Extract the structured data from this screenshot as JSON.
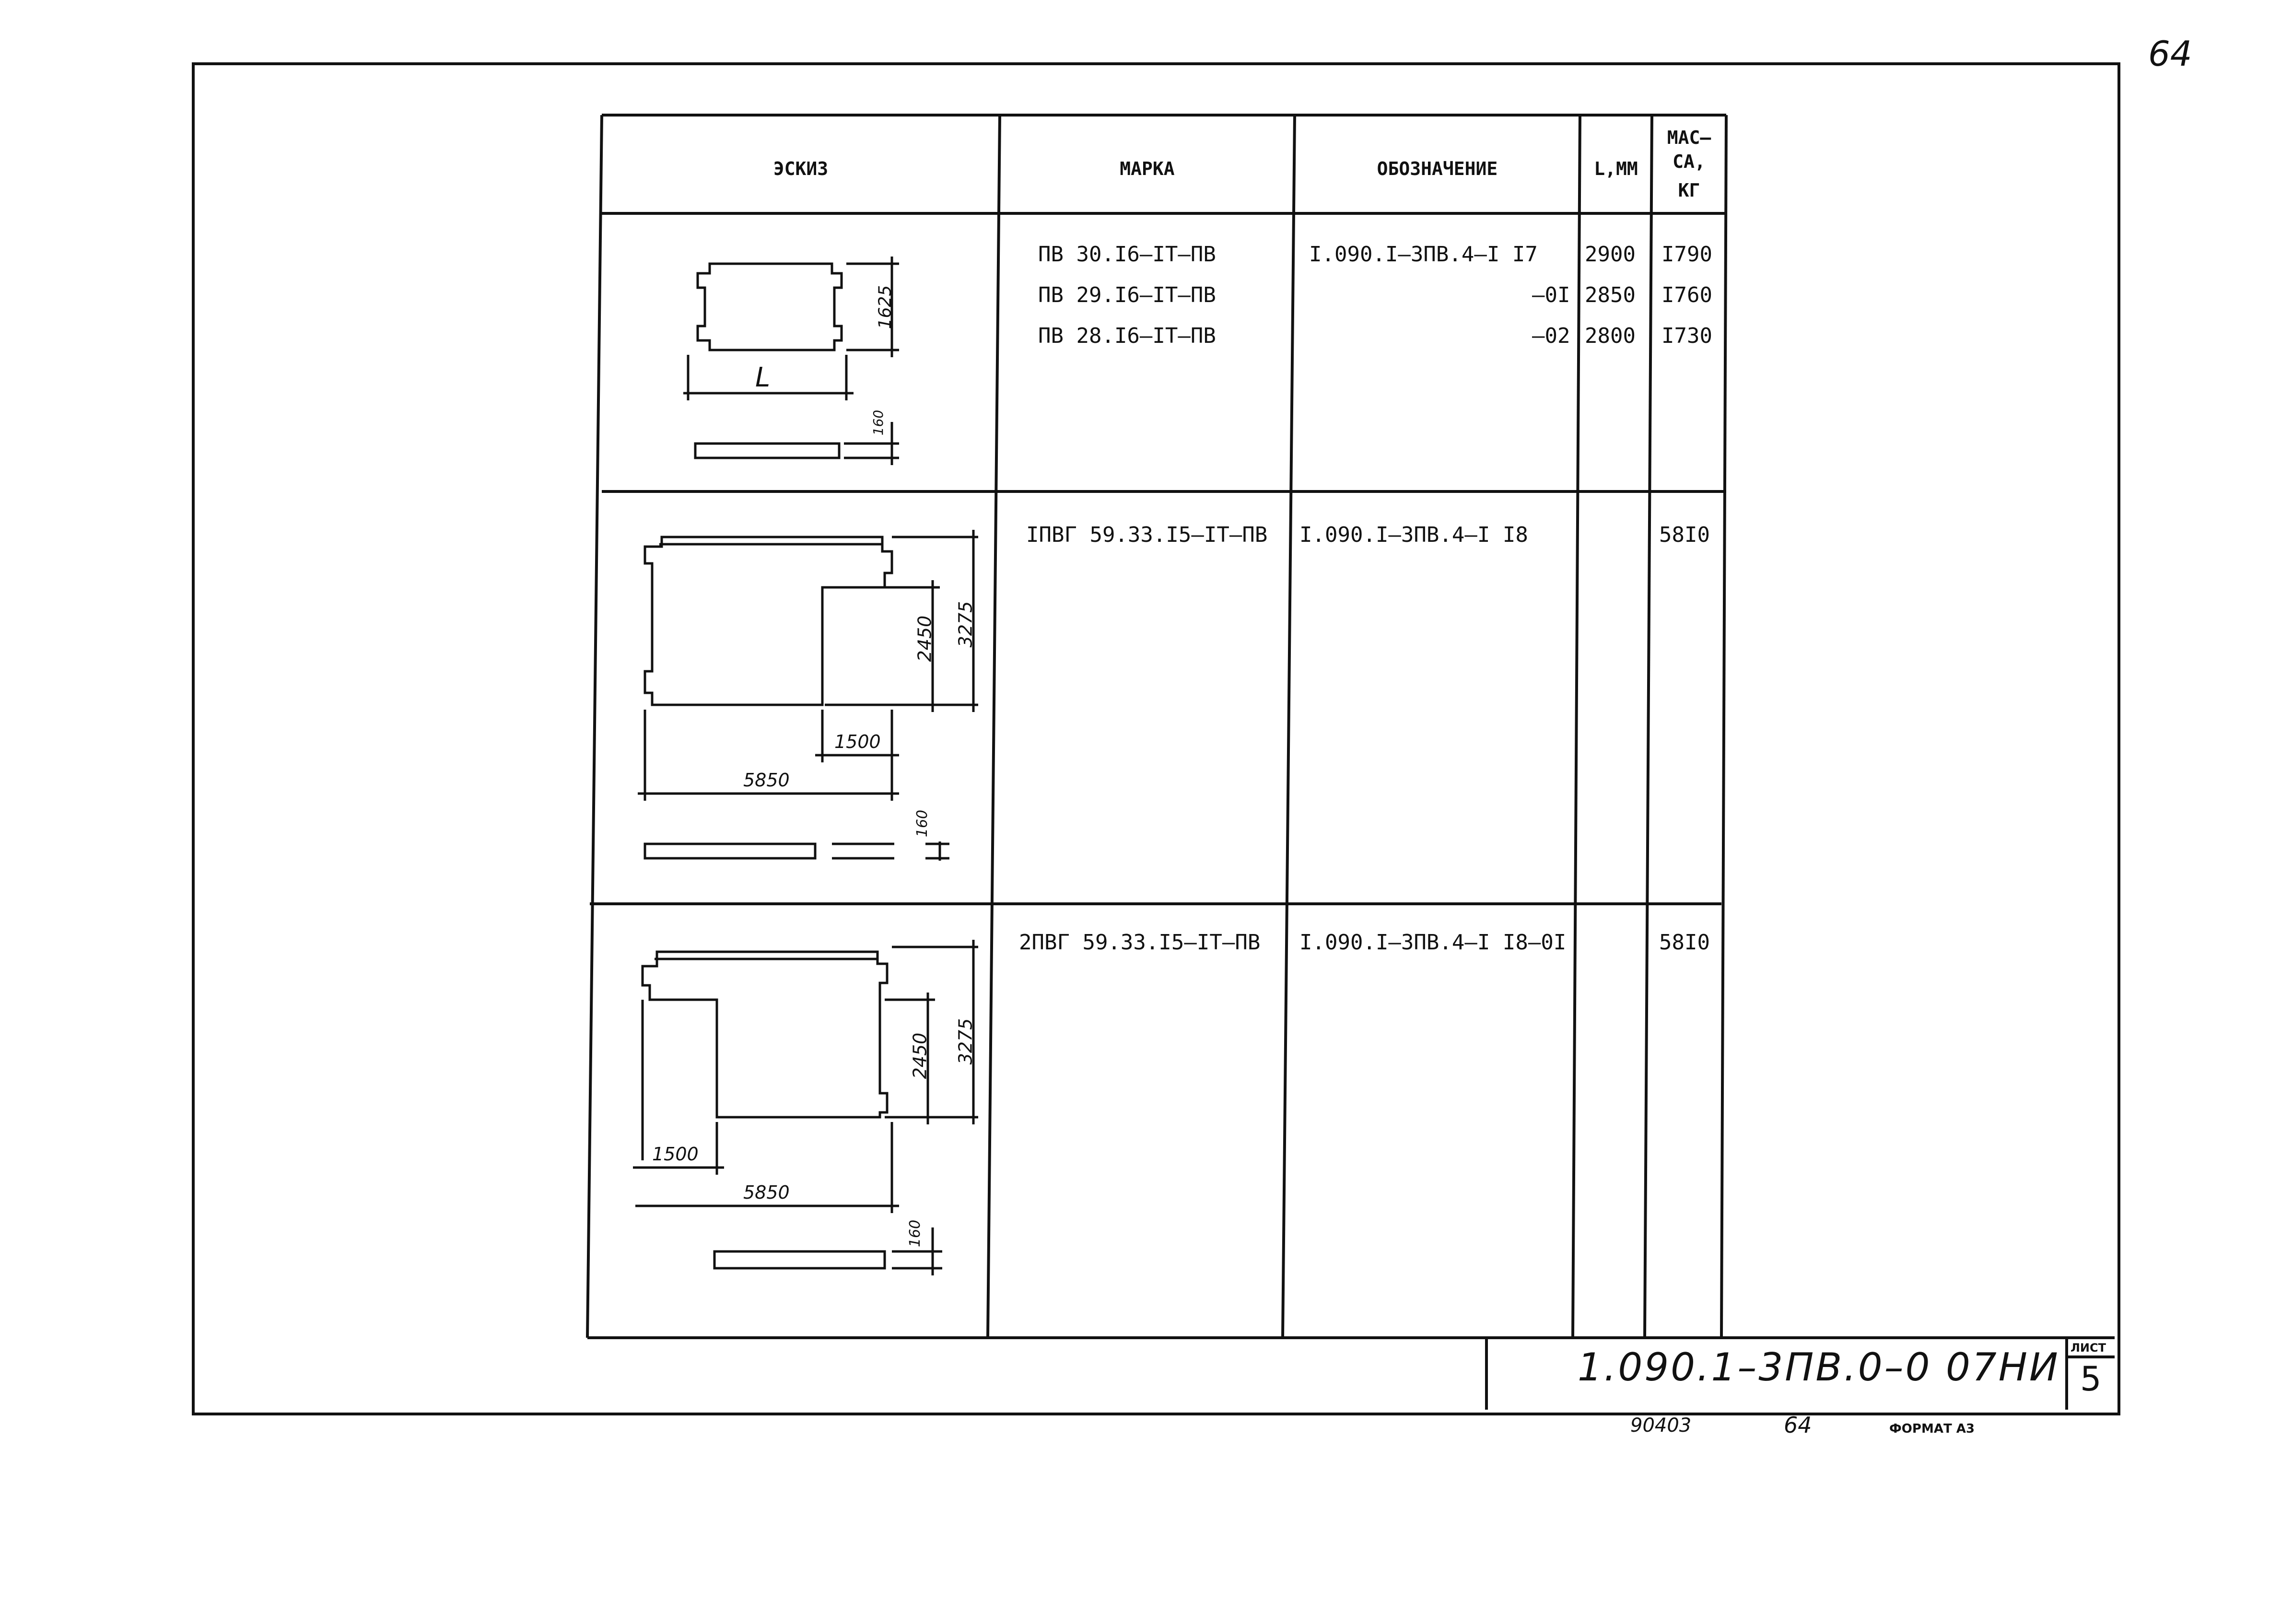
{
  "header": {
    "sketch": "ЭСКИЗ",
    "mark": "МАРКА",
    "designation": "ОБОЗНАЧЕНИЕ",
    "length": "L,ММ",
    "mass_line1": "МАС–",
    "mass_line2": "СА,",
    "mass_line3": "КГ"
  },
  "rows": [
    {
      "marks": [
        "ПВ 30.I6–IT–ПВ",
        "ПВ 29.I6–IT–ПВ",
        "ПВ 28.I6–IT–ПВ"
      ],
      "designations": [
        "I.090.I–3ПВ.4–I I7",
        "–0I",
        "–02"
      ],
      "lengths": [
        "2900",
        "2850",
        "2800"
      ],
      "masses": [
        "I790",
        "I760",
        "I730"
      ],
      "dims": {
        "height": "1625",
        "length": "L",
        "thickness": "160"
      }
    },
    {
      "marks": [
        "IПВГ 59.33.I5–IT–ПВ"
      ],
      "designations": [
        "I.090.I–3ПВ.4–I I8"
      ],
      "lengths": [
        ""
      ],
      "masses": [
        "58I0"
      ],
      "dims": {
        "height_inner": "2450",
        "height_total": "3275",
        "cut_width": "1500",
        "length": "5850",
        "thickness": "160"
      }
    },
    {
      "marks": [
        "2ПВГ 59.33.I5–IT–ПВ"
      ],
      "designations": [
        "I.090.I–3ПВ.4–I I8–0I"
      ],
      "lengths": [
        ""
      ],
      "masses": [
        "58I0"
      ],
      "dims": {
        "height_inner": "2450",
        "height_total": "3275",
        "cut_width": "1500",
        "length": "5850",
        "thickness": "160"
      }
    }
  ],
  "stamp": {
    "code": "1.090.1–3ПВ.0–0  07НИ",
    "sheet_label": "ЛИСТ",
    "sheet_number": "5"
  },
  "footer": {
    "inventory": "90403",
    "page": "64",
    "format": "ФОРМАТ А3"
  },
  "corner_page": "64"
}
